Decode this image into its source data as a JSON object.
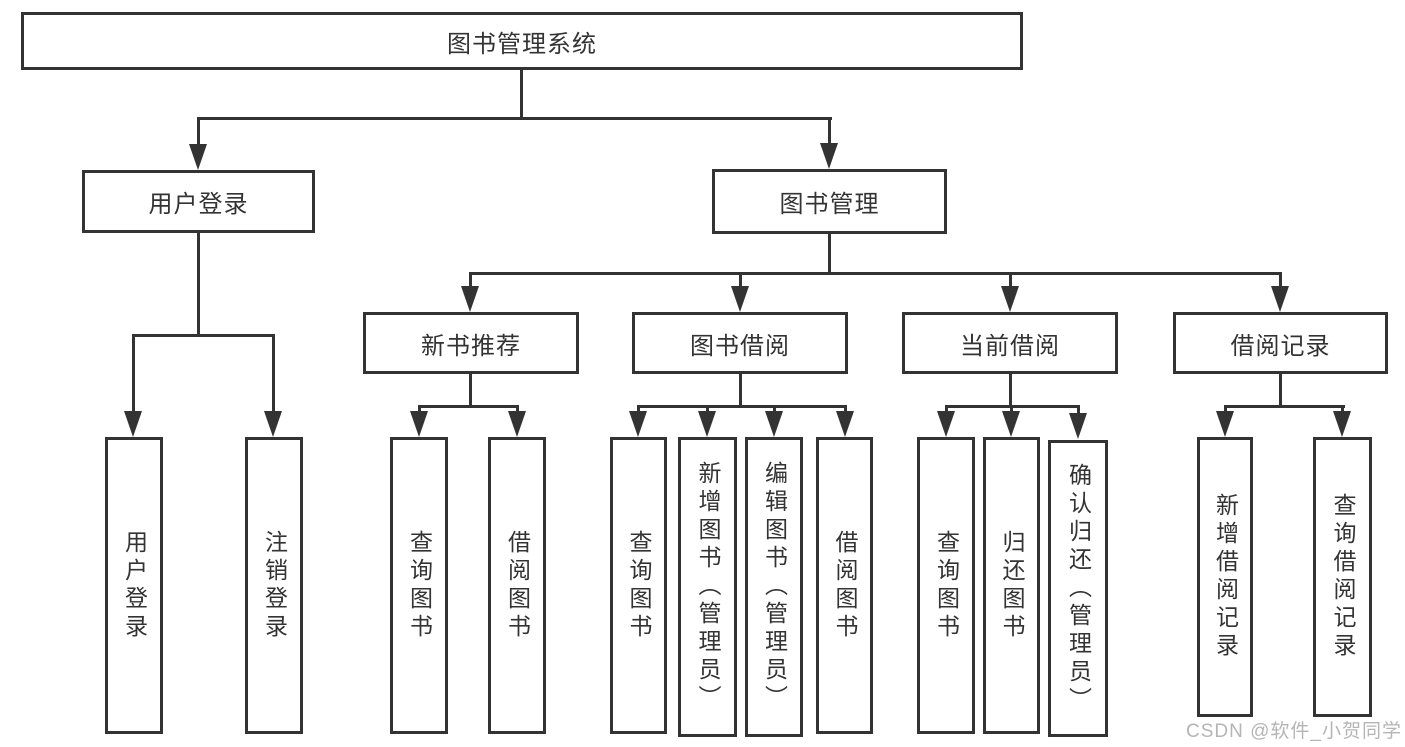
{
  "diagram": {
    "root": {
      "label": "图书管理系统"
    },
    "branches": [
      {
        "label": "用户登录",
        "children": [
          "用户登录",
          "注销登录"
        ]
      },
      {
        "label": "图书管理",
        "children": [
          {
            "label": "新书推荐",
            "children": [
              "查询图书",
              "借阅图书"
            ]
          },
          {
            "label": "图书借阅",
            "children": [
              "查询图书",
              "新增图书（管理员）",
              "编辑图书（管理员）",
              "借阅图书"
            ]
          },
          {
            "label": "当前借阅",
            "children": [
              "查询图书",
              "归还图书",
              "确认归还（管理员）"
            ]
          },
          {
            "label": "借阅记录",
            "children": [
              "新增借阅记录",
              "查询借阅记录"
            ]
          }
        ]
      }
    ]
  },
  "watermark": {
    "text": "CSDN @软件_小贺同学"
  },
  "colors": {
    "line": "#333333",
    "text": "#333333",
    "watermark": "#b5b5b5",
    "background": "#ffffff"
  }
}
